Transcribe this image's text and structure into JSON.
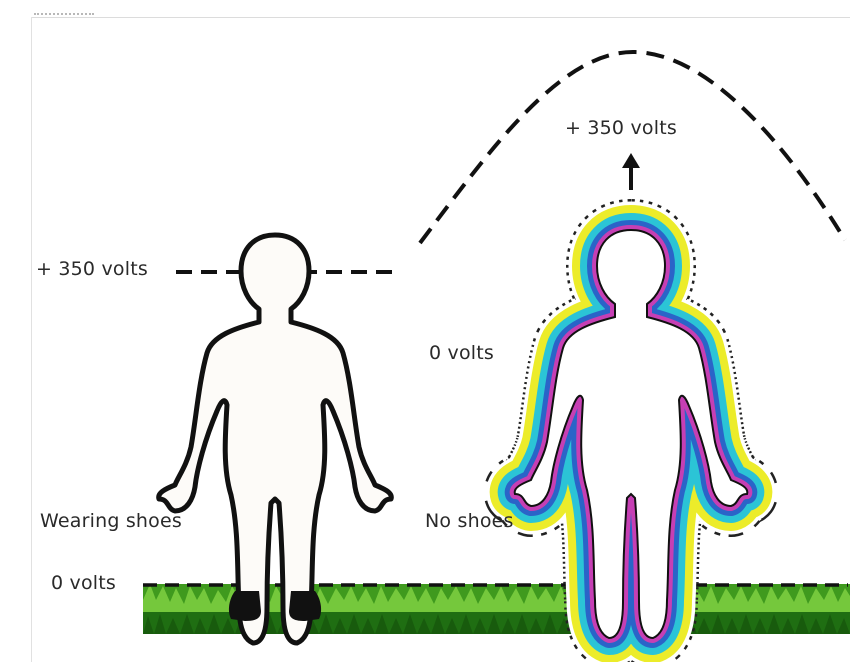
{
  "labels": {
    "left_top_voltage": "+ 350 volts",
    "right_top_voltage": "+ 350 volts",
    "right_body_voltage": "0 volts",
    "ground_voltage": "0 volts",
    "left_caption": "Wearing shoes",
    "right_caption": "No shoes"
  },
  "colors": {
    "outline": "#111111",
    "grass_dark": "#1f6e12",
    "grass_mid": "#3f9a1e",
    "grass_light": "#7fd042",
    "aura_yellow": "#ecec2a",
    "aura_cyan": "#2bc4d6",
    "aura_blue": "#2a64c8",
    "aura_magenta": "#c63fb4"
  }
}
